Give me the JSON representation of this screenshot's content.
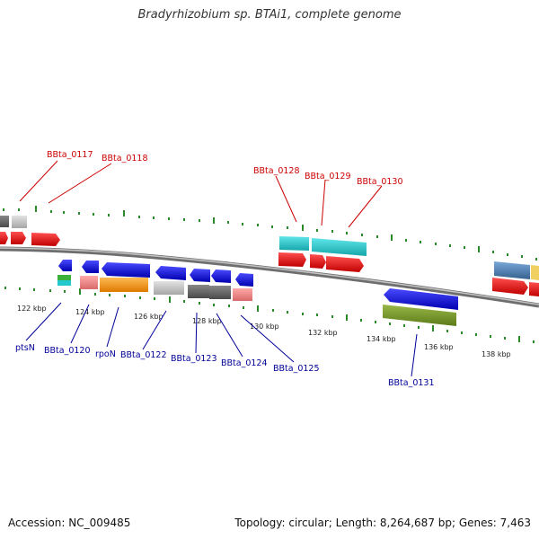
{
  "title": "Bradyrhizobium sp. BTAi1, complete genome",
  "footer": {
    "accession": "Accession: NC_009485",
    "topology": "Topology: circular; Length: 8,264,687 bp; Genes: 7,463"
  },
  "colors": {
    "red": "#dd1111",
    "blue": "#1111dd",
    "cyan": "#22c8cc",
    "gray_dark": "#666666",
    "gray_light": "#c8c8c8",
    "pink": "#f08888",
    "orange": "#f39a1e",
    "olive": "#7a9a2a",
    "steel": "#4a7fb5",
    "green": "#2aa02a",
    "backbone": "#888888",
    "tick_green": "#2a8a2a",
    "label_red": "#cc0000",
    "label_blue": "#000099"
  },
  "kbp_ticks": [
    "122 kbp",
    "124 kbp",
    "126 kbp",
    "128 kbp",
    "130 kbp",
    "132 kbp",
    "134 kbp",
    "136 kbp",
    "138 kbp"
  ],
  "top_labels": [
    "BBta_0117",
    "BBta_0118",
    "BBta_0128",
    "BBta_0129",
    "BBta_0130"
  ],
  "bottom_labels": [
    "ptsN",
    "BBta_0120",
    "rpoN",
    "BBta_0122",
    "BBta_0123",
    "BBta_0124",
    "BBta_0125",
    "BBta_0131"
  ]
}
